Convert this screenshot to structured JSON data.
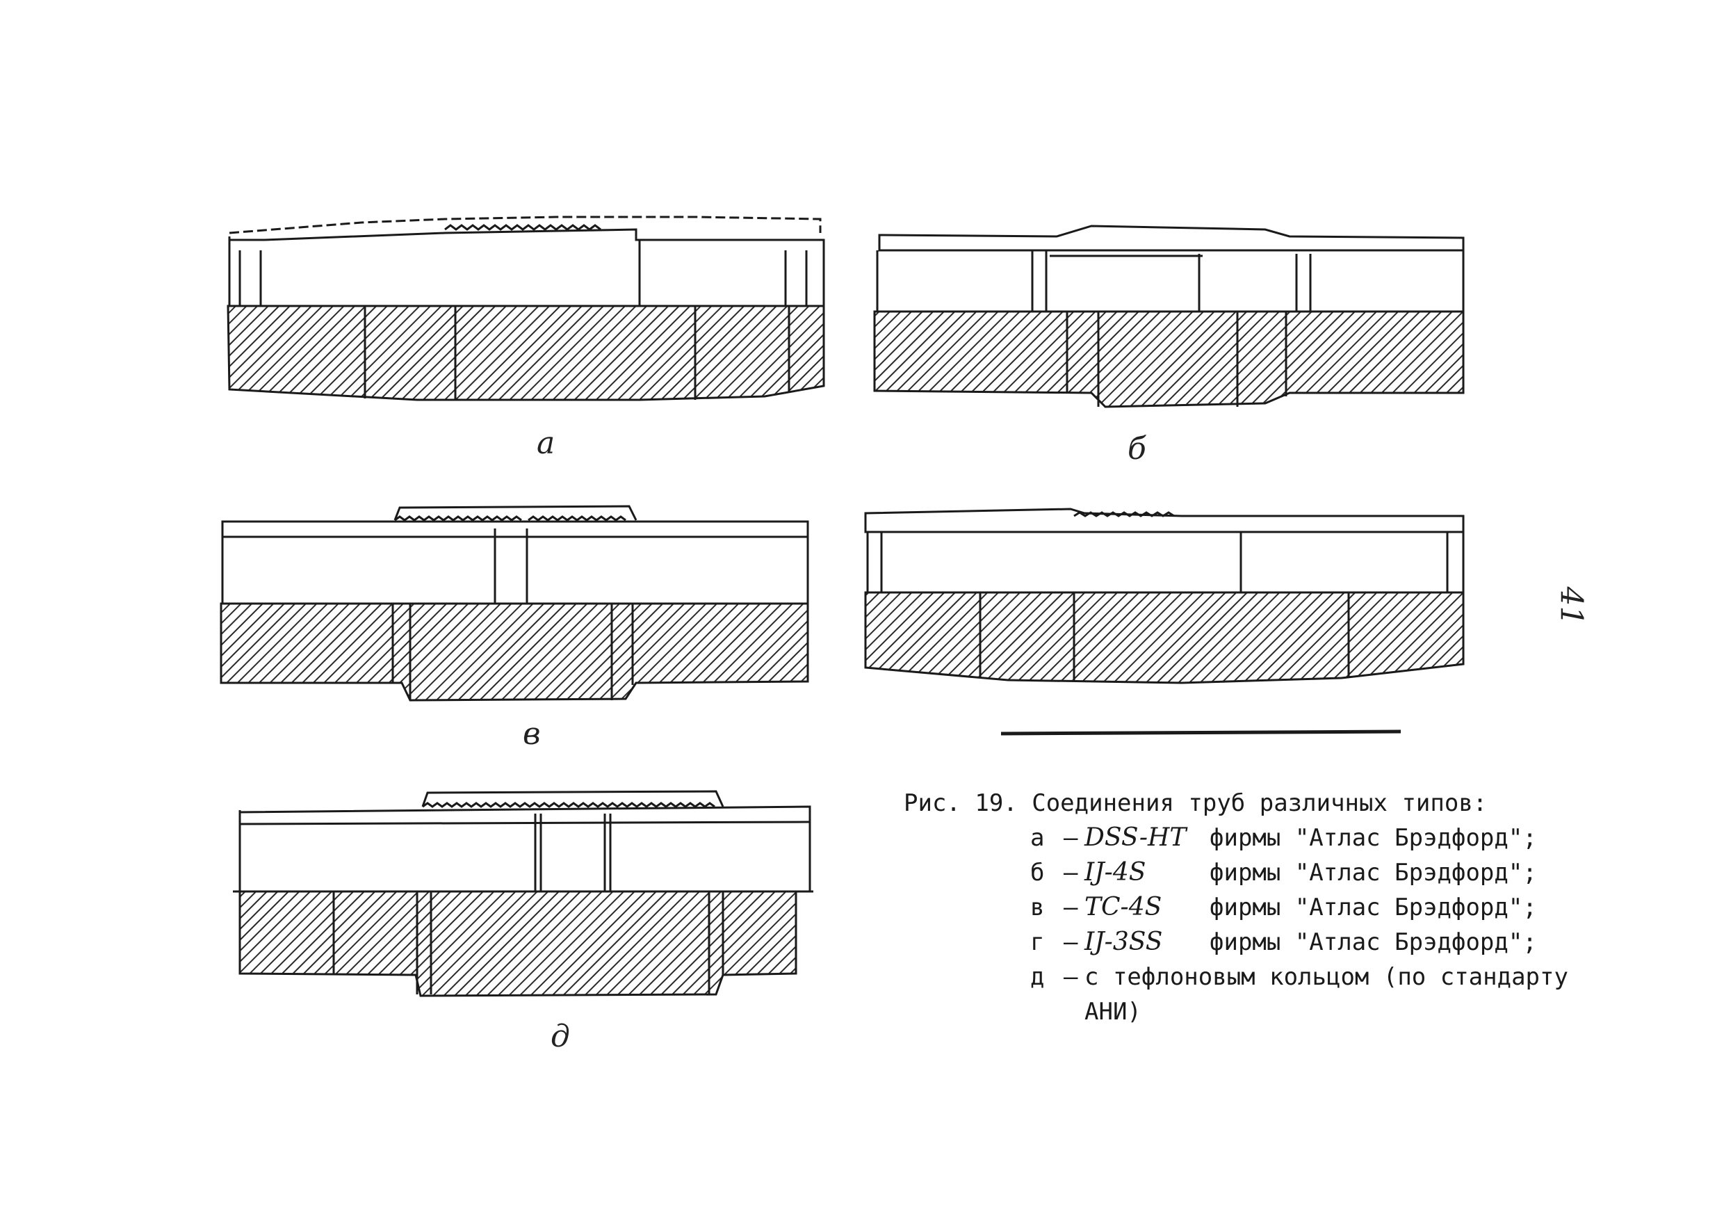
{
  "figure": {
    "panels": [
      {
        "id": "a",
        "letter": "а"
      },
      {
        "id": "b",
        "letter": "б"
      },
      {
        "id": "v",
        "letter": "в"
      },
      {
        "id": "g",
        "letter": ""
      },
      {
        "id": "d",
        "letter": "д"
      }
    ],
    "caption": {
      "title": "Рис. 19. Соединения труб различных типов:",
      "items": [
        {
          "key": "а",
          "dash": "–",
          "type": "DSS-HT",
          "desc": "фирмы \"Атлас Брэдфорд\";",
          "cont": ""
        },
        {
          "key": "б",
          "dash": "–",
          "type": "IJ-4S",
          "desc": "фирмы \"Атлас Брэдфорд\";",
          "cont": ""
        },
        {
          "key": "в",
          "dash": "–",
          "type": "TC-4S",
          "desc": "фирмы \"Атлас Брэдфорд\";",
          "cont": ""
        },
        {
          "key": "г",
          "dash": "–",
          "type": "IJ-3SS",
          "desc": "фирмы \"Атлас Брэдфорд\";",
          "cont": ""
        },
        {
          "key": "д",
          "dash": "–",
          "type": "",
          "desc": "с тефлоновым кольцом (по стандарту",
          "cont": "АНИ)"
        }
      ]
    },
    "page_number": "41",
    "colors": {
      "ink": "#1a1a1a",
      "hatch": "#2a2a2a",
      "paper": "#ffffff"
    }
  }
}
